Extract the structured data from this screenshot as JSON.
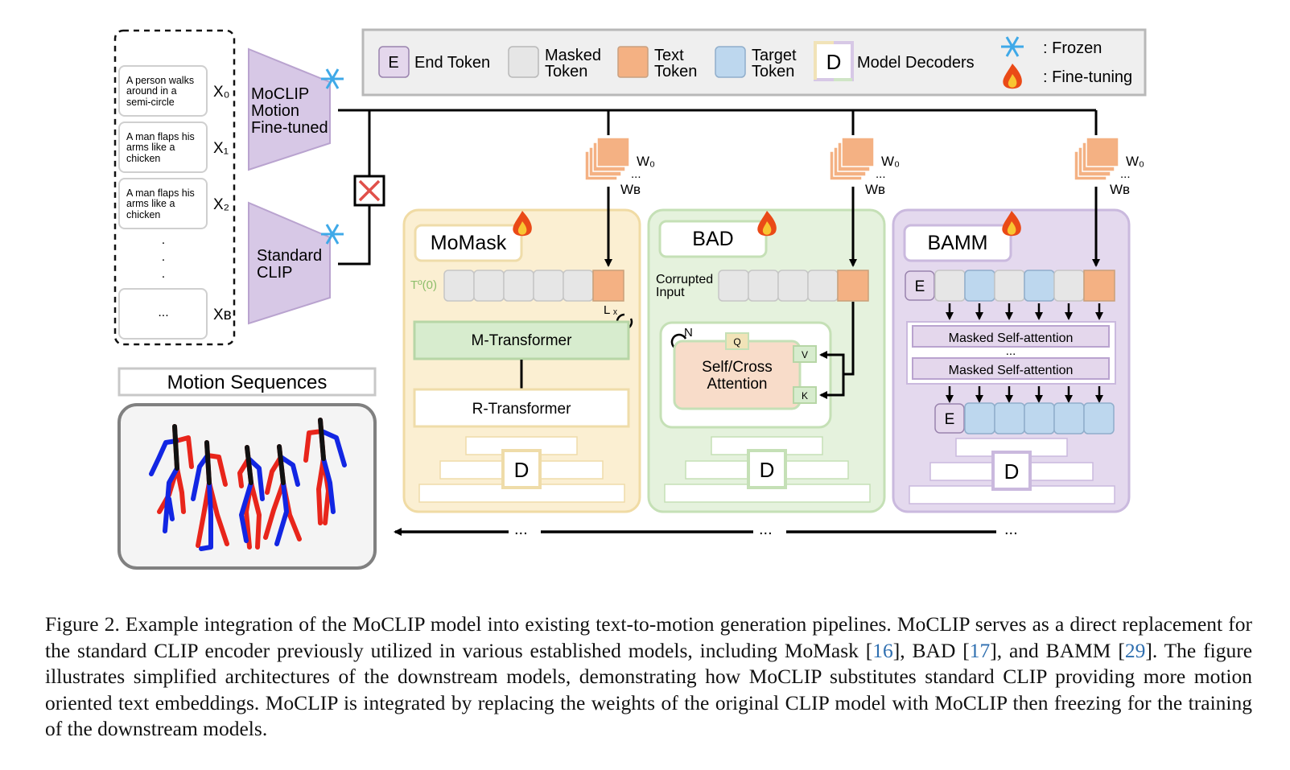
{
  "legend": {
    "end_token_letter": "E",
    "end_token": "End Token",
    "masked_token_l1": "Masked",
    "masked_token_l2": "Token",
    "text_token_l1": "Text",
    "text_token_l2": "Token",
    "target_token_l1": "Target",
    "target_token_l2": "Token",
    "decoder_letter": "D",
    "model_decoders": "Model Decoders",
    "frozen": ": Frozen",
    "finetuning": ": Fine-tuning"
  },
  "inputs": [
    {
      "lines": [
        "A person walks",
        "around in a",
        "semi-circle"
      ],
      "label": "X₀"
    },
    {
      "lines": [
        "A man flaps his",
        "arms like a",
        "chicken"
      ],
      "label": "X₁"
    },
    {
      "lines": [
        "A man flaps his",
        "arms like a",
        "chicken"
      ],
      "label": "X₂"
    },
    {
      "lines": [
        "..."
      ],
      "label": "Xʙ"
    }
  ],
  "vdots": ".",
  "encoders": {
    "moclip_l1": "MoCLIP",
    "moclip_l2": "Motion",
    "moclip_l3": "Fine-tuned",
    "clip_l1": "Standard",
    "clip_l2": "CLIP"
  },
  "token_stack": {
    "w0": "W₀",
    "dots": "...",
    "wb": "Wʙ"
  },
  "momask": {
    "title": "MoMask",
    "t_label": "Tº(0)",
    "loop_label": "L ₓ",
    "m_transformer": "M-Transformer",
    "r_transformer": "R-Transformer",
    "decoder": "D"
  },
  "bad": {
    "title": "BAD",
    "corrupted_l1": "Corrupted",
    "corrupted_l2": "Input",
    "loop_label": "N",
    "q": "Q",
    "v": "V",
    "k": "K",
    "attn_l1": "Self/Cross",
    "attn_l2": "Attention",
    "decoder": "D"
  },
  "bamm": {
    "title": "BAMM",
    "e": "E",
    "msa1": "Masked Self-attention",
    "dots": "...",
    "msa2": "Masked Self-attention",
    "decoder": "D"
  },
  "motion_sequences": "Motion Sequences",
  "flow_dots": "...",
  "caption": {
    "part1": "Figure 2. Example integration of the MoCLIP model into existing text-to-motion generation pipelines. MoCLIP serves as a direct replacement for the standard CLIP encoder previously utilized in various established models, including MoMask [",
    "ref1": "16",
    "part2": "], BAD [",
    "ref2": "17",
    "part3": "], and BAMM [",
    "ref3": "29",
    "part4": "]. The figure illustrates simplified architectures of the downstream models, demonstrating how MoCLIP substitutes standard CLIP providing more motion oriented text embeddings. MoCLIP is integrated by replacing the weights of the original CLIP model with MoCLIP then freezing for the training of the downstream models."
  },
  "colors": {
    "text_token": "#f4b183",
    "masked_token": "#e6e6e6",
    "target_token": "#bdd7ee",
    "end_token": "#e4d7ec",
    "momask_bg": "#fbefd2",
    "bad_bg": "#e5f2dd",
    "bamm_bg": "#e4d9ee",
    "encoder": "#d7c8e6",
    "skeleton_red": "#e8251b",
    "skeleton_blue": "#1226e3"
  }
}
